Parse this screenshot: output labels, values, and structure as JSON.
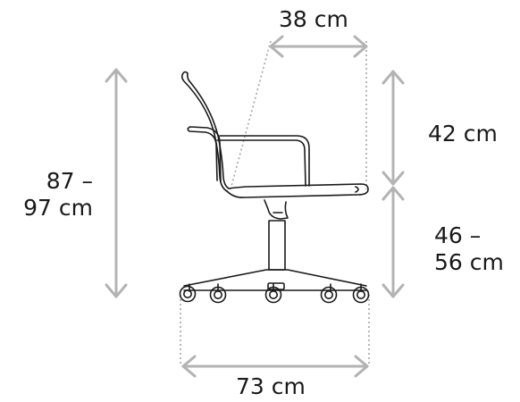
{
  "dimensions": {
    "seat_depth": "38 cm",
    "total_height": {
      "line1": "87 –",
      "line2": "97 cm"
    },
    "backrest_height": "42 cm",
    "seat_height": {
      "line1": "46 –",
      "line2": "56 cm"
    },
    "base_width": "73 cm"
  },
  "colors": {
    "arrow": "#b3b3b3",
    "chair": "#1a1a1a",
    "guide": "#a6a6a6"
  }
}
